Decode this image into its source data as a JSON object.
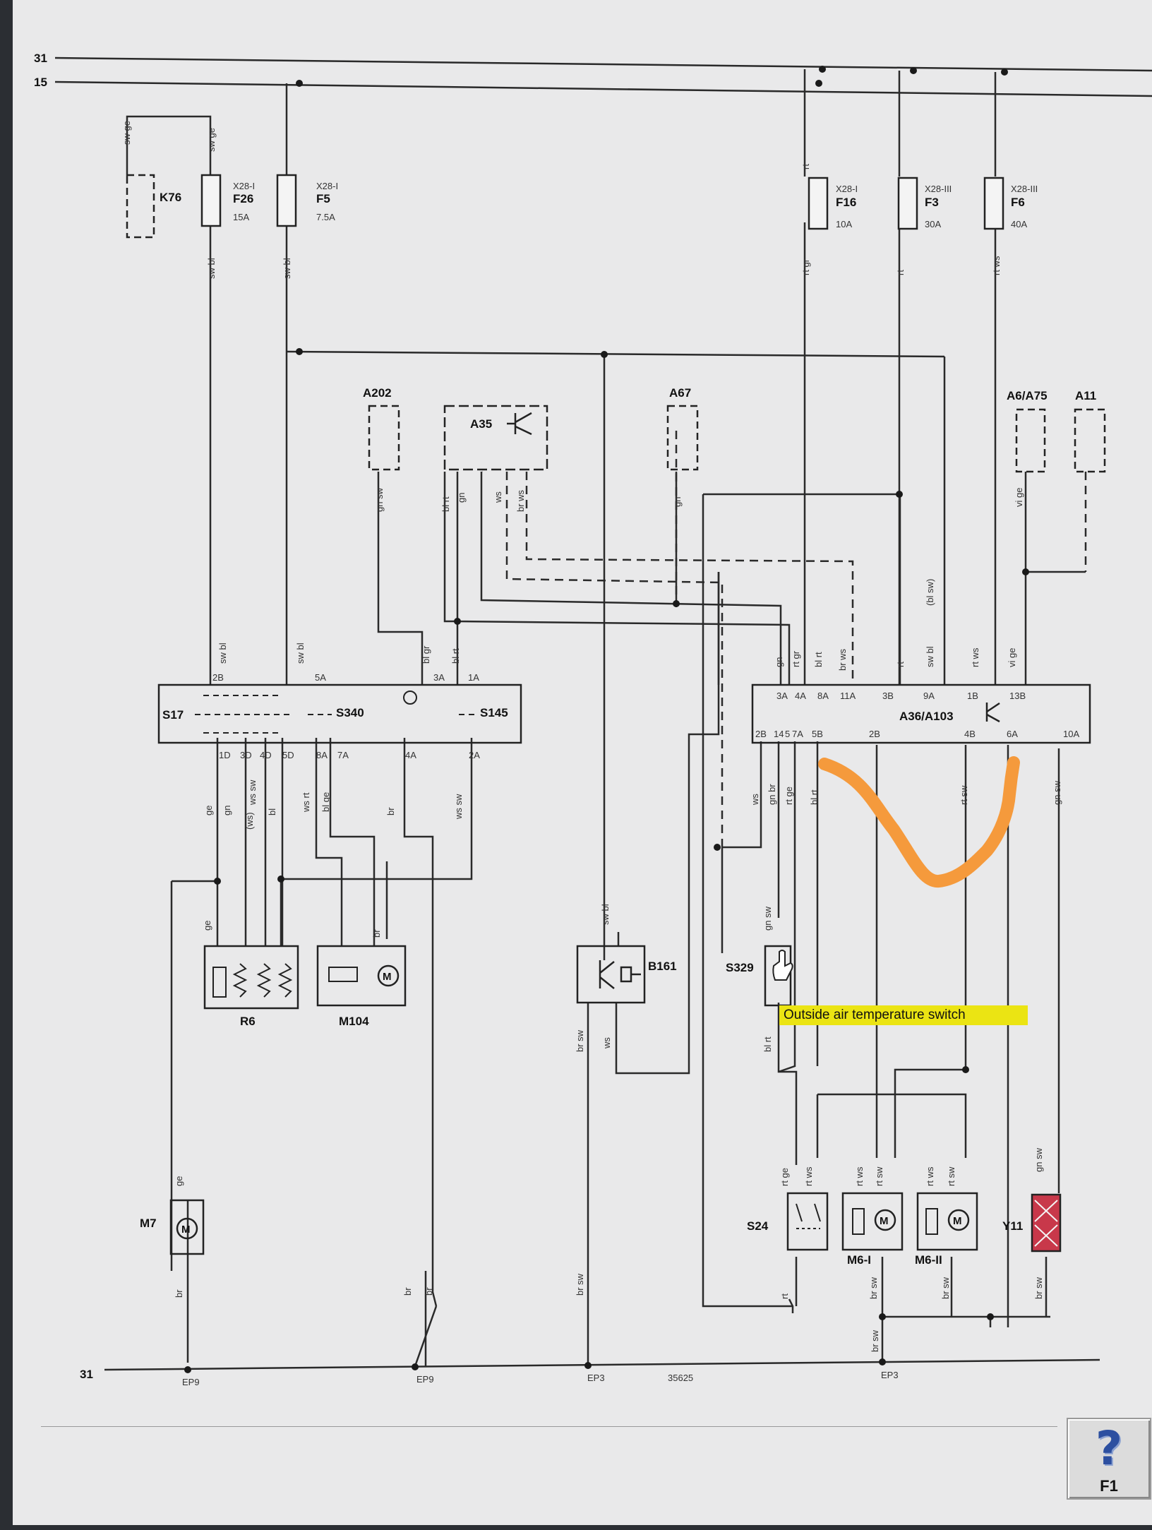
{
  "tooltip": "Outside air temperature switch",
  "help_button": {
    "icon": "question-mark-icon",
    "symbol": "?",
    "key": "F1"
  },
  "rails": {
    "top1": "31",
    "top2": "15",
    "bottom": "31"
  },
  "ground_points": [
    "EP9",
    "EP9",
    "EP3",
    "35625",
    "EP3"
  ],
  "components": {
    "K76": "K76",
    "F26": "F26",
    "F26_amp": "15A",
    "F5": "F5",
    "F5_amp": "7.5A",
    "F16": "F16",
    "F16_amp": "10A",
    "F3": "F3",
    "F3_amp": "30A",
    "F6": "F6",
    "F6_amp": "40A",
    "fuse_conn_1": "X28-I",
    "fuse_conn_2": "X28-I",
    "fuse_conn_3": "X28-I",
    "fuse_conn_4": "X28-III",
    "fuse_conn_5": "X28-III",
    "A202": "A202",
    "A35": "A35",
    "A67": "A67",
    "A6A75": "A6/A75",
    "A11": "A11",
    "S17": "S17",
    "S340": "S340",
    "S145": "S145",
    "A36": "A36/A103",
    "R6": "R6",
    "M104": "M104",
    "B161": "B161",
    "S329": "S329",
    "M7": "M7",
    "S24": "S24",
    "M6I": "M6-I",
    "M6II": "M6-II",
    "Y11": "Y11"
  },
  "a36_pins_top": [
    "3A",
    "4A",
    "8A",
    "11A",
    "3B",
    "9A",
    "1B",
    "13B"
  ],
  "a36_pins_bottom": [
    "2B",
    "14",
    "5",
    "7A",
    "5B",
    "2B",
    "4B",
    "6A",
    "10A"
  ],
  "s17_pins_top": [
    "2B",
    "5A",
    "3A",
    "1A"
  ],
  "s17_pins_bottom": [
    "1D",
    "3D",
    "4D",
    "5D",
    "8A",
    "7A",
    "4A",
    "2A"
  ],
  "wire_colors": {
    "k76": "sw ge",
    "f26_in": "sw ge",
    "f26_out": "sw bl",
    "f5_out": "sw bl",
    "f16_in": "rt",
    "f16_out": "rt gr",
    "f3_out": "rt",
    "f6_out": "rt ws",
    "a202": "gn sw",
    "a35_1": "bl rt",
    "a35_2": "gn",
    "a35_3": "ws",
    "a35_4": "br ws",
    "a67": "gn",
    "a6": "vi ge",
    "s17_a": "sw bl",
    "s17_b": "sw bl",
    "s17_c": "bl gr",
    "s17_d": "bl rt",
    "a36_t1": "gn",
    "a36_t2": "rt gr",
    "a36_t3": "bl rt",
    "a36_t4": "br ws",
    "a36_t5": "rt",
    "a36_t6": "sw bl",
    "a36_t7": "rt ws",
    "a36_t8": "vi ge",
    "a36_t9": "(bl sw)",
    "a36_b1": "ws",
    "a36_b2": "gn br",
    "a36_b3": "rt ge",
    "a36_b4": "bl rt",
    "a36_b5": "rt sw",
    "a36_b6": "gn sw",
    "r6_1": "ge",
    "r6_2": "gn",
    "r6_3": "(ws)",
    "r6_4": "ws sw",
    "r6_5": "bl",
    "m104_1": "ws rt",
    "m104_2": "bl ge",
    "m104_3": "br",
    "s145": "ws sw",
    "r6_ge": "ge",
    "m104_br": "br",
    "b161_1": "sw bl",
    "b161_2": "br sw",
    "b161_3": "ws",
    "s329_1": "gn sw",
    "s329_2": "bl rt",
    "s24_1": "rt ge",
    "s24_2": "rt ws",
    "s24_3": "rt",
    "m6i_1": "rt ws",
    "m6i_2": "rt sw",
    "m6i_3": "br sw",
    "m6ii_1": "rt ws",
    "m6ii_2": "rt sw",
    "m6ii_3": "br sw",
    "y11_1": "gn sw",
    "y11_2": "br sw",
    "m7_1": "ge",
    "m7_2": "br",
    "gnd_br1": "br",
    "gnd_br2": "br",
    "gnd_brsw": "br sw",
    "gnd_brsw2": "br sw"
  },
  "colors": {
    "annotation": "#f59a3c",
    "tooltip_bg": "#ebe413",
    "y11_fill": "#c8384a"
  }
}
